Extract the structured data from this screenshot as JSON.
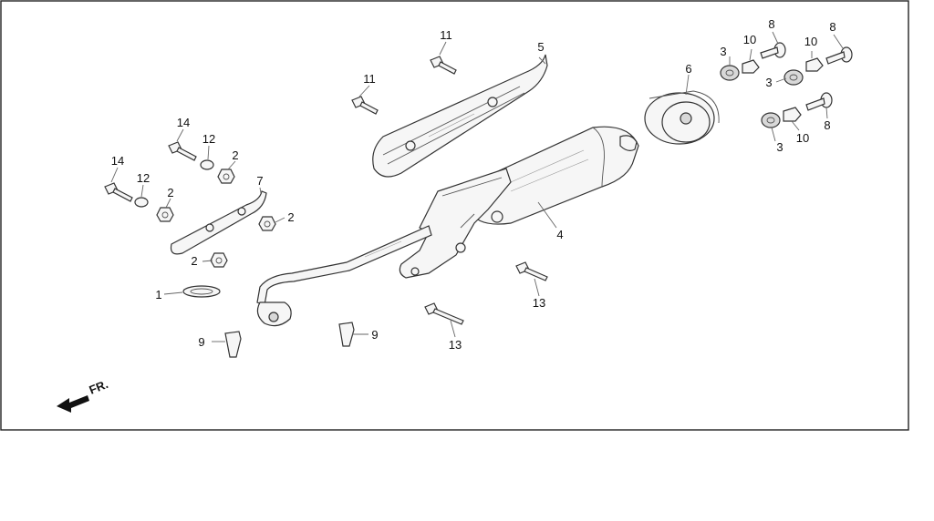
{
  "diagram": {
    "front_indicator": "FR.",
    "callouts": {
      "c1": "1",
      "c2a": "2",
      "c2b": "2",
      "c2c": "2",
      "c2d": "2",
      "c3a": "3",
      "c3b": "3",
      "c3c": "3",
      "c4": "4",
      "c5": "5",
      "c6": "6",
      "c7": "7",
      "c8a": "8",
      "c8b": "8",
      "c8c": "8",
      "c9a": "9",
      "c9b": "9",
      "c10a": "10",
      "c10b": "10",
      "c10c": "10",
      "c11a": "11",
      "c11b": "11",
      "c12a": "12",
      "c12b": "12",
      "c13a": "13",
      "c13b": "13",
      "c14a": "14",
      "c14b": "14"
    }
  }
}
